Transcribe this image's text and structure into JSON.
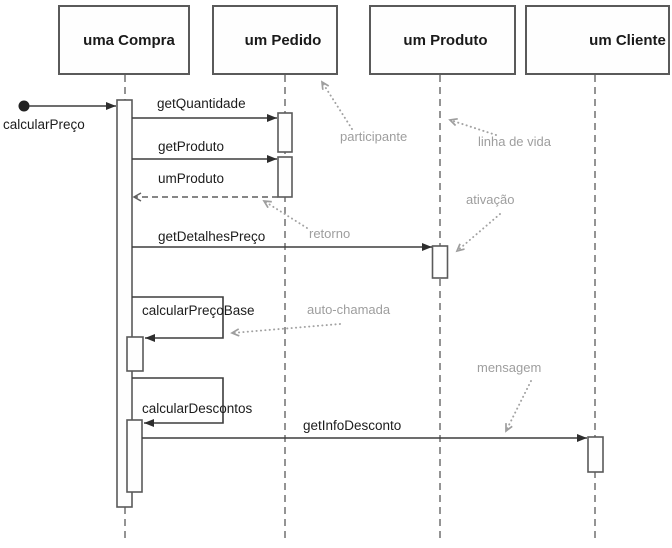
{
  "diagram_type": "uml-sequence-diagram",
  "participants": [
    {
      "name": "uma Compra"
    },
    {
      "name": "um Pedido"
    },
    {
      "name": "um Produto"
    },
    {
      "name": "um Cliente"
    }
  ],
  "messages": [
    {
      "label": "calcularPreço",
      "type": "found-message",
      "from": "external",
      "to": "uma Compra"
    },
    {
      "label": "getQuantidade",
      "type": "synchronous",
      "from": "uma Compra",
      "to": "um Pedido"
    },
    {
      "label": "getProduto",
      "type": "synchronous",
      "from": "uma Compra",
      "to": "um Pedido"
    },
    {
      "label": "umProduto",
      "type": "return",
      "from": "um Pedido",
      "to": "uma Compra"
    },
    {
      "label": "getDetalhesPreço",
      "type": "synchronous",
      "from": "uma Compra",
      "to": "um Produto"
    },
    {
      "label": "calcularPreçoBase",
      "type": "self-call",
      "from": "uma Compra",
      "to": "uma Compra"
    },
    {
      "label": "calcularDescontos",
      "type": "self-call",
      "from": "uma Compra",
      "to": "uma Compra"
    },
    {
      "label": "getInfoDesconto",
      "type": "synchronous",
      "from": "uma Compra",
      "to": "um Cliente"
    }
  ],
  "annotations": [
    {
      "label": "participante"
    },
    {
      "label": "linha de vida"
    },
    {
      "label": "ativação"
    },
    {
      "label": "retorno"
    },
    {
      "label": "auto-chamada"
    },
    {
      "label": "mensagem"
    }
  ],
  "colors": {
    "message_line": "#3d3d3d",
    "box_border": "#5a5a5a",
    "lifeline": "#7a7a7a",
    "annotation": "#9e9e9e",
    "background": "#ffffff",
    "text": "#1a1a1a"
  }
}
